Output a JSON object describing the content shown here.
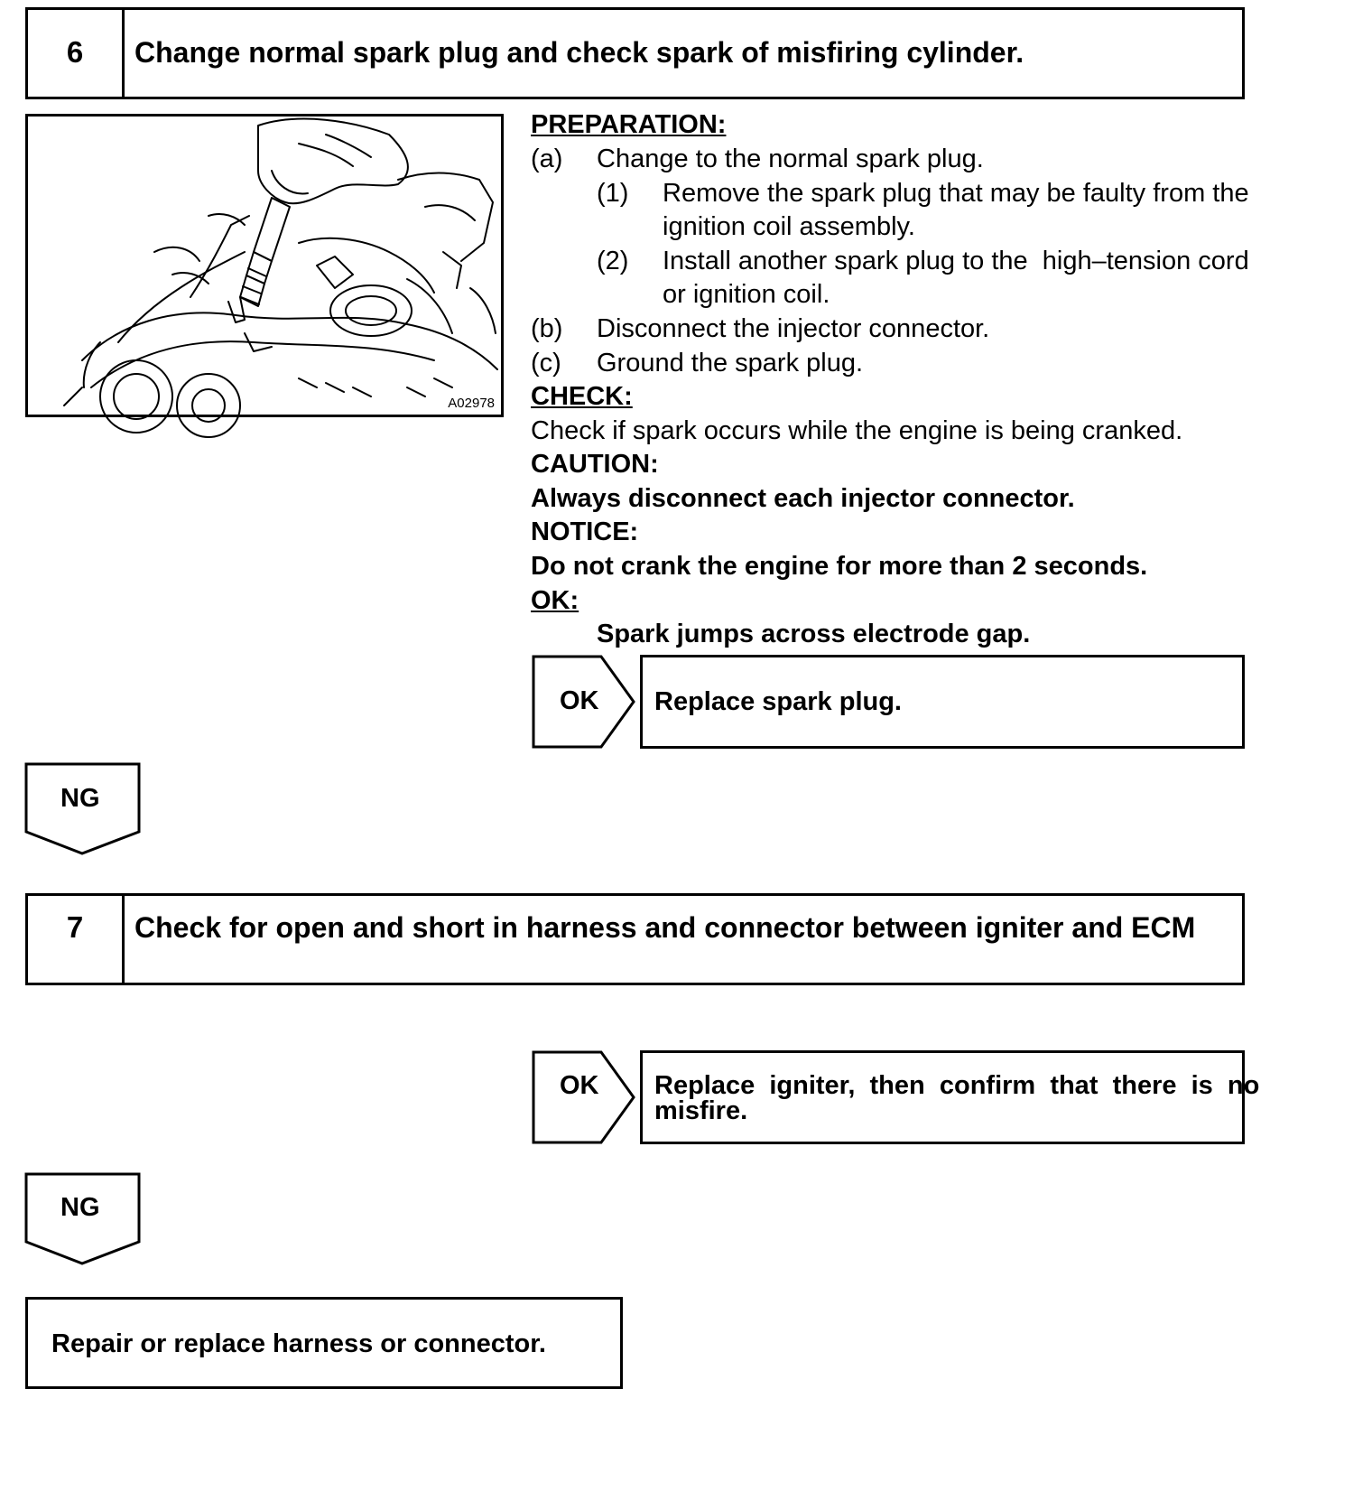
{
  "step6": {
    "number": "6",
    "title": "Change normal spark plug and check spark of misfiring cylinder.",
    "figure_code": "A02978",
    "preparation_heading": "PREPARATION:",
    "items": [
      {
        "marker": "(a)",
        "text": "Change to the normal spark plug."
      },
      {
        "marker": "(1)",
        "line1": "Remove the spark plug that may be faulty from the",
        "line2": "ignition coil assembly."
      },
      {
        "marker": "(2)",
        "line1": "Install another spark plug to the  high–tension cord",
        "line2": "or ignition coil."
      },
      {
        "marker": "(b)",
        "text": "Disconnect the injector connector."
      },
      {
        "marker": "(c)",
        "text": "Ground the spark plug."
      }
    ],
    "check_heading": "CHECK:",
    "check_text": "Check if spark occurs while the engine is being cranked.",
    "caution_heading": "CAUTION:",
    "caution_text": "Always disconnect each injector connector.",
    "notice_heading": "NOTICE:",
    "notice_text": "Do not crank the engine for more than 2 seconds.",
    "ok_heading": "OK:",
    "ok_text": "Spark jumps across electrode gap.",
    "ok_label": "OK",
    "ok_result": "Replace spark plug.",
    "ng_label": "NG"
  },
  "step7": {
    "number": "7",
    "title": "Check for open and short in harness and connector between igniter and ECM",
    "ok_label": "OK",
    "ok_result_line1": "Replace  igniter,  then  confirm  that  there  is  no",
    "ok_result_line2": "misfire.",
    "ng_label": "NG",
    "final_action": "Repair or replace harness or connector."
  }
}
